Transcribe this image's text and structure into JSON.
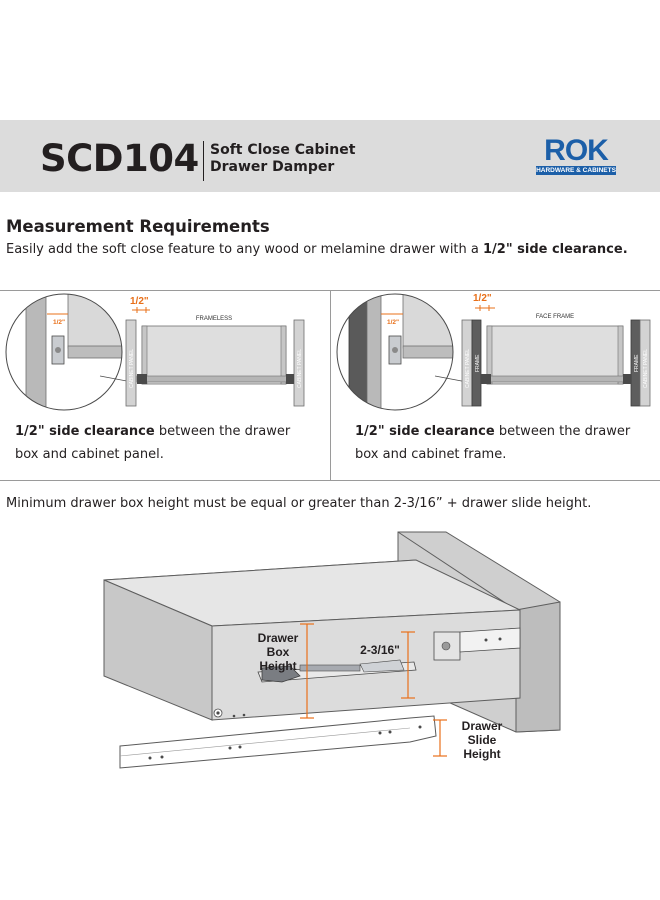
{
  "header": {
    "model": "SCD104",
    "product_line1": "Soft Close Cabinet",
    "product_line2": "Drawer Damper",
    "logo_text": "ROK",
    "logo_tagline": "HARDWARE & CABINETS",
    "colors": {
      "band": "#dcdcdc",
      "logo_blue": "#1c5fa8",
      "accent_orange": "#e8701a"
    }
  },
  "section": {
    "title": "Measurement Requirements",
    "intro_prefix": "Easily add the soft close feature to any wood or melamine drawer with a ",
    "intro_bold": "1/2\" side clearance."
  },
  "left_panel": {
    "dimension_label": "1/2\"",
    "zoom_dimension_label": "1/2\"",
    "type_label": "FRAMELESS",
    "side_label_left": "CABINET PANEL",
    "side_label_right": "CABINET PANEL",
    "caption_bold": "1/2\" side clearance",
    "caption_rest": " between the drawer box and cabinet panel."
  },
  "right_panel": {
    "dimension_label": "1/2\"",
    "zoom_dimension_label": "1/2\"",
    "type_label": "FACE FRAME",
    "side_label_left": "CABINET PANEL",
    "frame_label_left": "FRAME",
    "frame_label_right": "FRAME",
    "side_label_right": "CABINET PANEL",
    "caption_bold": "1/2\" side clearance",
    "caption_rest": " between the drawer box and cabinet frame."
  },
  "note": {
    "min_height": "Minimum drawer box height must be equal or greater than 2-3/16” + drawer slide height."
  },
  "drawer_diagram": {
    "box_height_line1": "Drawer",
    "box_height_line2": "Box",
    "box_height_line3": "Height",
    "offset_label": "2-3/16\"",
    "slide_height_line1": "Drawer",
    "slide_height_line2": "Slide",
    "slide_height_line3": "Height"
  }
}
